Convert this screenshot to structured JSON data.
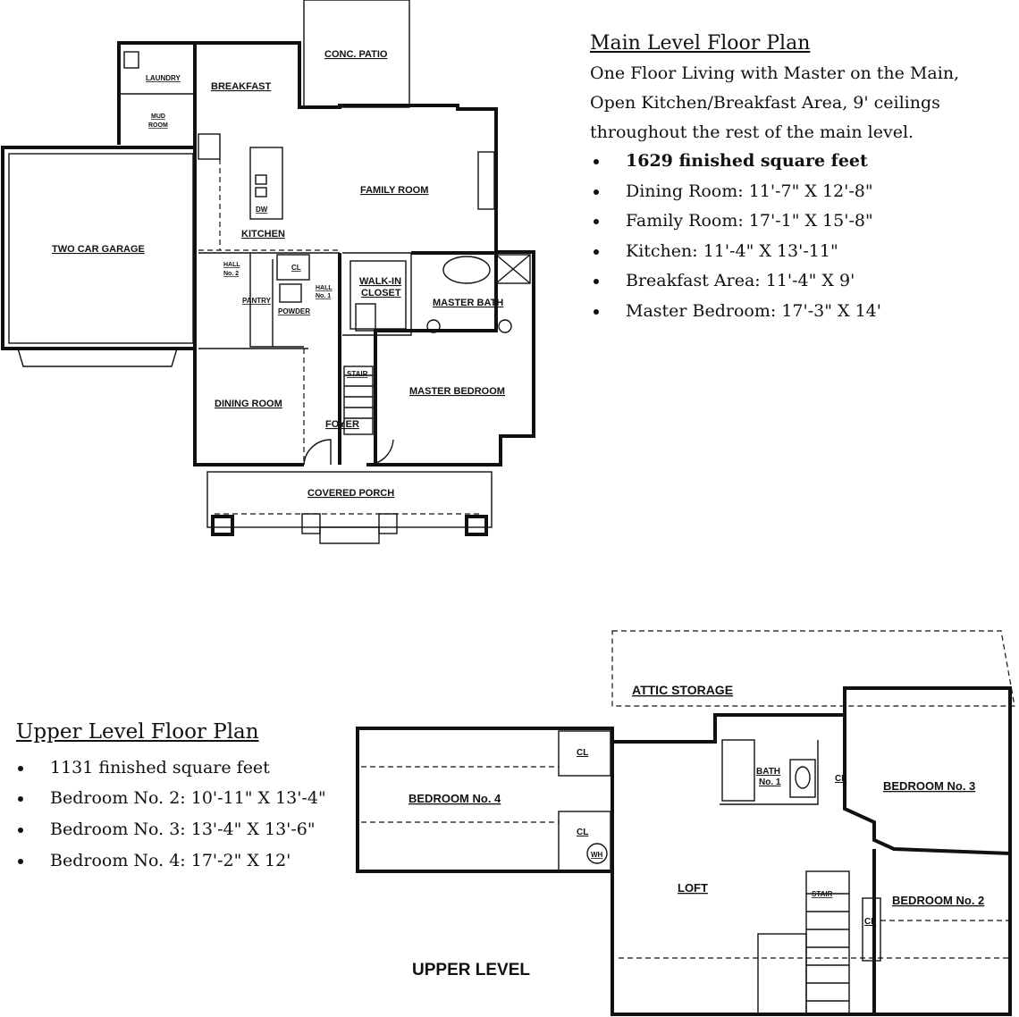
{
  "main": {
    "title": "Main Level Floor Plan",
    "line1": "One Floor Living with Master on the Main,",
    "line2": "Open Kitchen/Breakfast Area,  9' ceilings",
    "line3": "throughout the rest of the main level.",
    "specs": [
      "1629 finished square feet",
      "Dining Room: 11'-7\" X 12'-8\"",
      "Family Room: 17'-1\" X 15'-8\"",
      "Kitchen: 11'-4\" X 13'-11\"",
      "Breakfast Area:  11'-4\" X 9'",
      "Master Bedroom: 17'-3\" X 14'"
    ]
  },
  "upper": {
    "title": "Upper Level Floor Plan",
    "specs": [
      "1131  finished square feet",
      "Bedroom No. 2: 10'-11\" X 13'-4\"",
      "Bedroom No. 3: 13'-4\" X 13'-6\"",
      "Bedroom No. 4:  17'-2\" X 12'"
    ],
    "level_label": "UPPER LEVEL"
  },
  "rooms_main": {
    "conc_patio": "CONC. PATIO",
    "laundry": "LAUNDRY",
    "mud": "MUD",
    "room": "ROOM",
    "breakfast": "BREAKFAST",
    "family_room": "FAMILY ROOM",
    "kitchen": "KITCHEN",
    "dw": "DW",
    "two_car_garage": "TWO CAR GARAGE",
    "hall": "HALL",
    "no2": "No. 2",
    "no1": "No. 1",
    "cl": "CL",
    "pantry": "PANTRY",
    "powder": "POWDER",
    "walk_in": "WALK-IN",
    "closet": "CLOSET",
    "master_bath": "MASTER BATH",
    "stair": "STAIR",
    "master_bedroom": "MASTER BEDROOM",
    "dining_room": "DINING ROOM",
    "foyer": "FOYER",
    "covered_porch": "COVERED PORCH"
  },
  "rooms_upper": {
    "attic_storage": "ATTIC STORAGE",
    "cl": "CL",
    "bedroom4": "BEDROOM No. 4",
    "wh": "WH",
    "bath": "BATH",
    "no1": "No. 1",
    "bedroom3": "BEDROOM No. 3",
    "loft": "LOFT",
    "stair": "STAIR",
    "bedroom2": "BEDROOM No. 2"
  }
}
